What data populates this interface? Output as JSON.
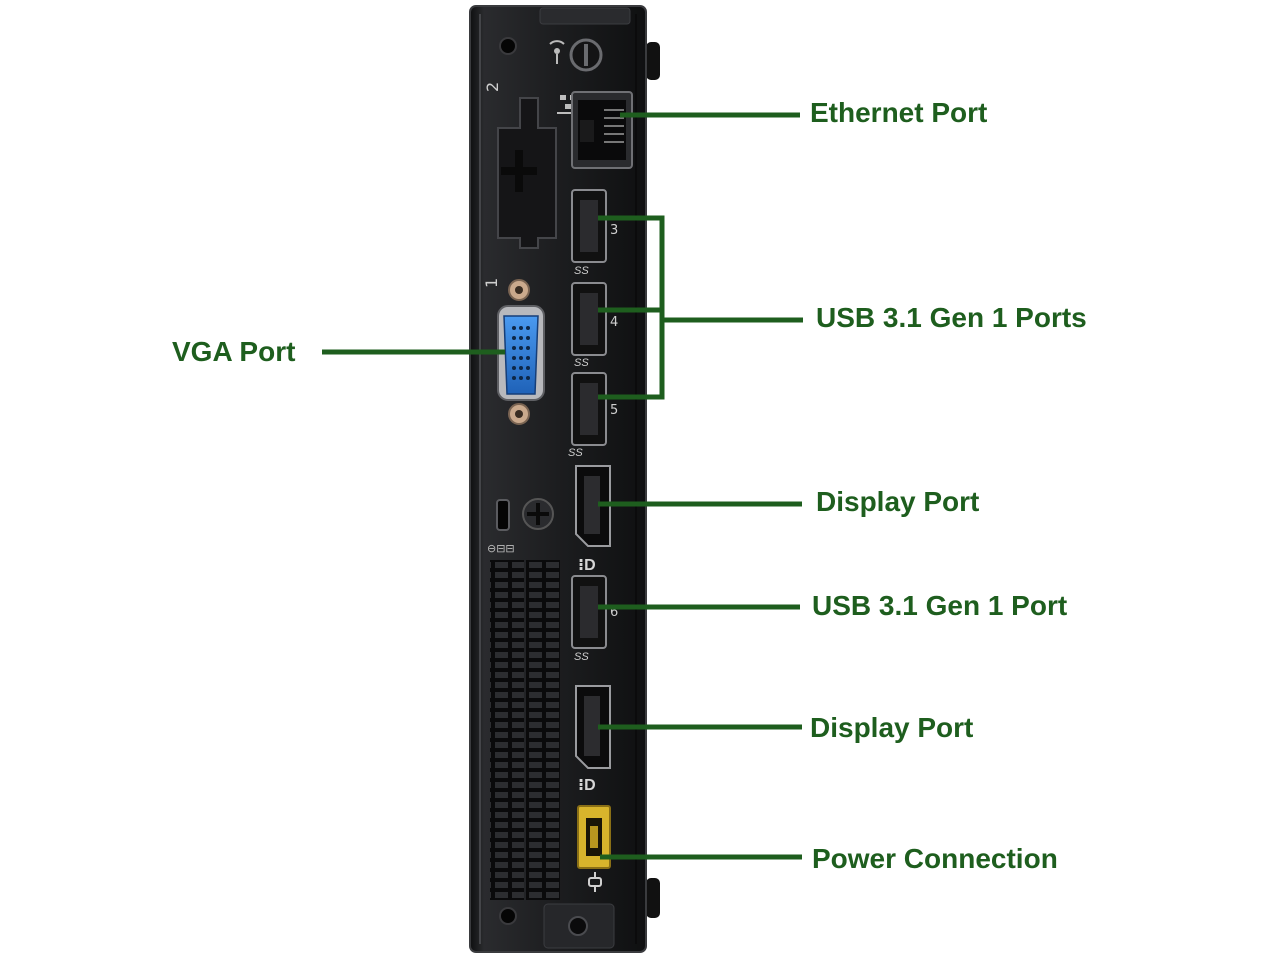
{
  "colors": {
    "label": "#1e5e1e",
    "leader_line": "#1e5e1e",
    "chassis": "#1b1c1e",
    "chassis_edge": "#3a3b3e",
    "vga_blue": "#2f7fd8",
    "power_yellow": "#d8b42c",
    "background": "#ffffff"
  },
  "callouts": {
    "ethernet": "Ethernet Port",
    "usb_group": "USB 3.1 Gen 1 Ports",
    "vga": "VGA Port",
    "displayport_top": "Display Port",
    "usb_single": "USB 3.1 Gen 1 Port",
    "displayport_bottom": "Display Port",
    "power": "Power Connection"
  },
  "chassis_markings": {
    "slot_2": "2",
    "slot_1": "1",
    "usb_3": "3",
    "usb_4": "4",
    "usb_5": "5",
    "usb_6": "6",
    "ss_logo": "SS"
  },
  "icons": {
    "wifi_antenna": "wifi-antenna-icon",
    "network": "network-icon",
    "lock": "kensington-lock-icon",
    "displayport": "displayport-icon",
    "power": "power-plug-icon"
  }
}
